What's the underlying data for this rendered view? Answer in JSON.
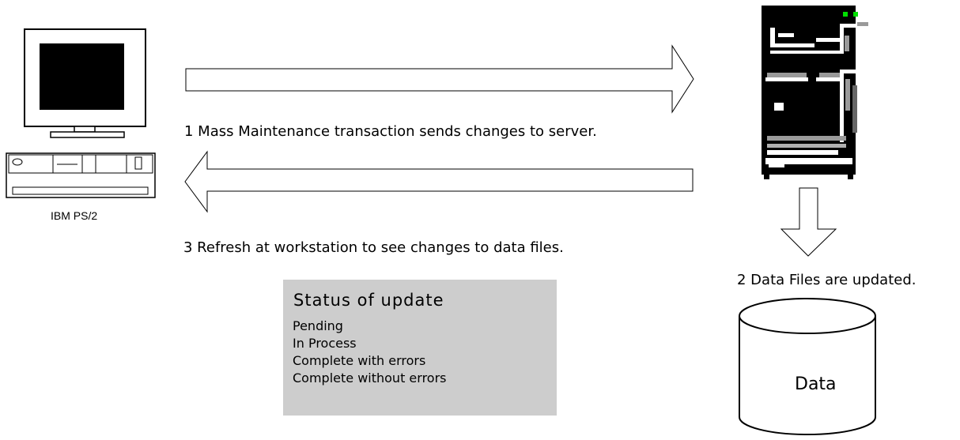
{
  "workstation": {
    "label": "IBM PS/2"
  },
  "steps": {
    "step1": "1  Mass Maintenance transaction sends changes to server.",
    "step2": "2  Data Files are updated.",
    "step3": "3 Refresh at workstation to see changes to data files."
  },
  "status": {
    "title": "Status  of  update",
    "items": [
      "Pending",
      "In Process",
      "Complete  with errors",
      "Complete without errors"
    ]
  },
  "database": {
    "label": "Data"
  },
  "colors": {
    "server_led": "#00e000",
    "status_box": "#cdcdcd"
  }
}
